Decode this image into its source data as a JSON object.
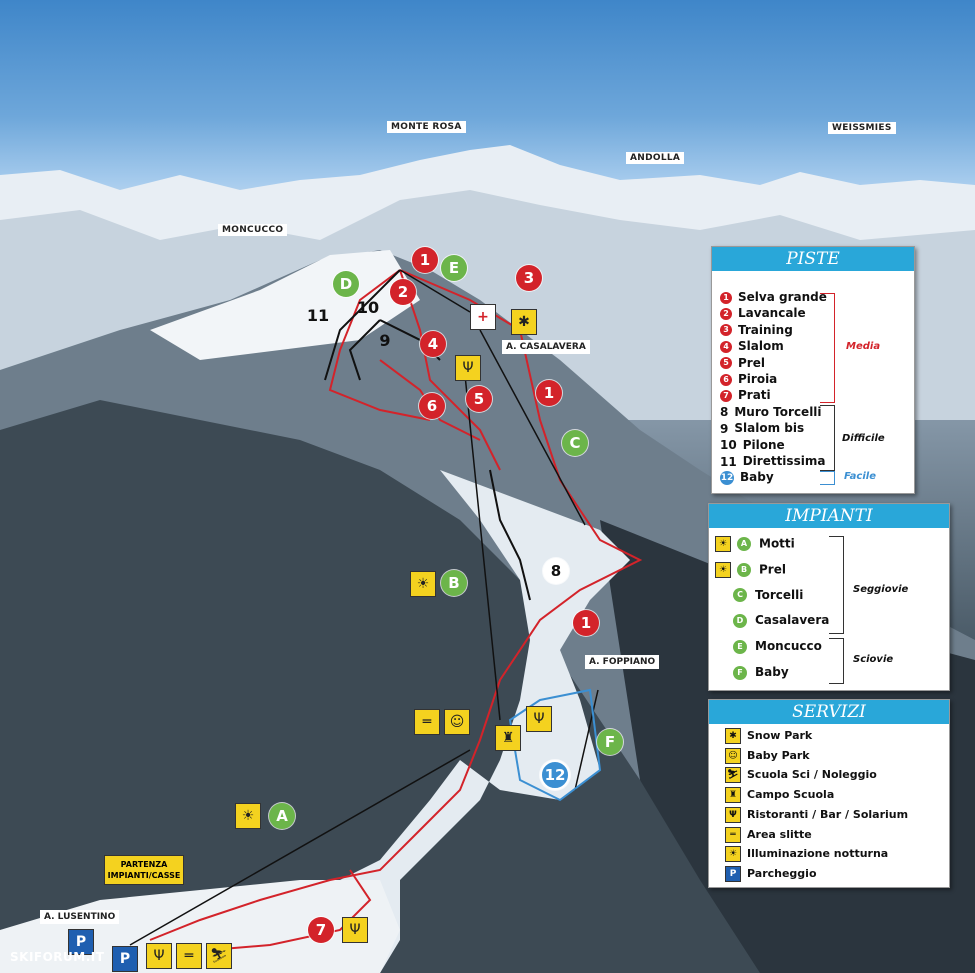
{
  "peaks": {
    "monte_rosa": "MONTE ROSA",
    "andolla": "ANDOLLA",
    "weissmies": "WEISSMIES",
    "moncucco": "MONCUCCO"
  },
  "places": {
    "casalavera": "A. CASALAVERA",
    "foppiano": "A. FOPPIANO",
    "lusentino": "A. LUSENTINO",
    "partenza": "PARTENZA IMPIANTI/CASSE"
  },
  "markers": {
    "red": [
      "1",
      "2",
      "3",
      "4",
      "5",
      "6",
      "1",
      "1",
      "7"
    ],
    "green": [
      "D",
      "E",
      "C",
      "B",
      "A",
      "F"
    ],
    "black": [
      "11",
      "10",
      "9",
      "8"
    ],
    "blue": [
      "12"
    ]
  },
  "piste": {
    "title": "PISTE",
    "items": [
      {
        "num": "1",
        "name": "Selva grande",
        "color": "red"
      },
      {
        "num": "2",
        "name": "Lavancale",
        "color": "red"
      },
      {
        "num": "3",
        "name": "Training",
        "color": "red"
      },
      {
        "num": "4",
        "name": "Slalom",
        "color": "red"
      },
      {
        "num": "5",
        "name": "Prel",
        "color": "red"
      },
      {
        "num": "6",
        "name": "Piroia",
        "color": "red"
      },
      {
        "num": "7",
        "name": "Prati",
        "color": "red"
      },
      {
        "num": "8",
        "name": "Muro Torcelli",
        "color": "black"
      },
      {
        "num": "9",
        "name": "Slalom bis",
        "color": "black"
      },
      {
        "num": "10",
        "name": "Pilone",
        "color": "black"
      },
      {
        "num": "11",
        "name": "Direttissima",
        "color": "black"
      },
      {
        "num": "12",
        "name": "Baby",
        "color": "blue"
      }
    ],
    "groups": {
      "media": "Media",
      "difficile": "Difficile",
      "facile": "Facile"
    }
  },
  "impianti": {
    "title": "IMPIANTI",
    "items": [
      {
        "code": "A",
        "name": "Motti"
      },
      {
        "code": "B",
        "name": "Prel"
      },
      {
        "code": "C",
        "name": "Torcelli"
      },
      {
        "code": "D",
        "name": "Casalavera"
      },
      {
        "code": "E",
        "name": "Moncucco"
      },
      {
        "code": "F",
        "name": "Baby"
      }
    ],
    "groups": {
      "seggiovie": "Seggiovie",
      "sciovie": "Sciovie"
    }
  },
  "servizi": {
    "title": "SERVIZI",
    "items": [
      {
        "icon": "snow-park-icon",
        "glyph": "✱",
        "name": "Snow Park"
      },
      {
        "icon": "baby-park-icon",
        "glyph": "☺",
        "name": "Baby Park"
      },
      {
        "icon": "ski-school-icon",
        "glyph": "⛷",
        "name": "Scuola Sci / Noleggio"
      },
      {
        "icon": "training-field-icon",
        "glyph": "♜",
        "name": "Campo Scuola"
      },
      {
        "icon": "restaurant-icon",
        "glyph": "Ψ",
        "name": "Ristoranti / Bar / Solarium"
      },
      {
        "icon": "sled-area-icon",
        "glyph": "═",
        "name": "Area slitte"
      },
      {
        "icon": "night-lighting-icon",
        "glyph": "☀",
        "name": "Illuminazione notturna"
      },
      {
        "icon": "parking-icon",
        "glyph": "P",
        "name": "Parcheggio"
      }
    ]
  },
  "watermark": "SKIFORUM.IT",
  "colors": {
    "red_run": "#d3232a",
    "black_run": "#111111",
    "blue_run": "#3b8fd2",
    "lift": "#6cb54a",
    "header": "#29a7d9",
    "icon": "#f4d21f"
  }
}
